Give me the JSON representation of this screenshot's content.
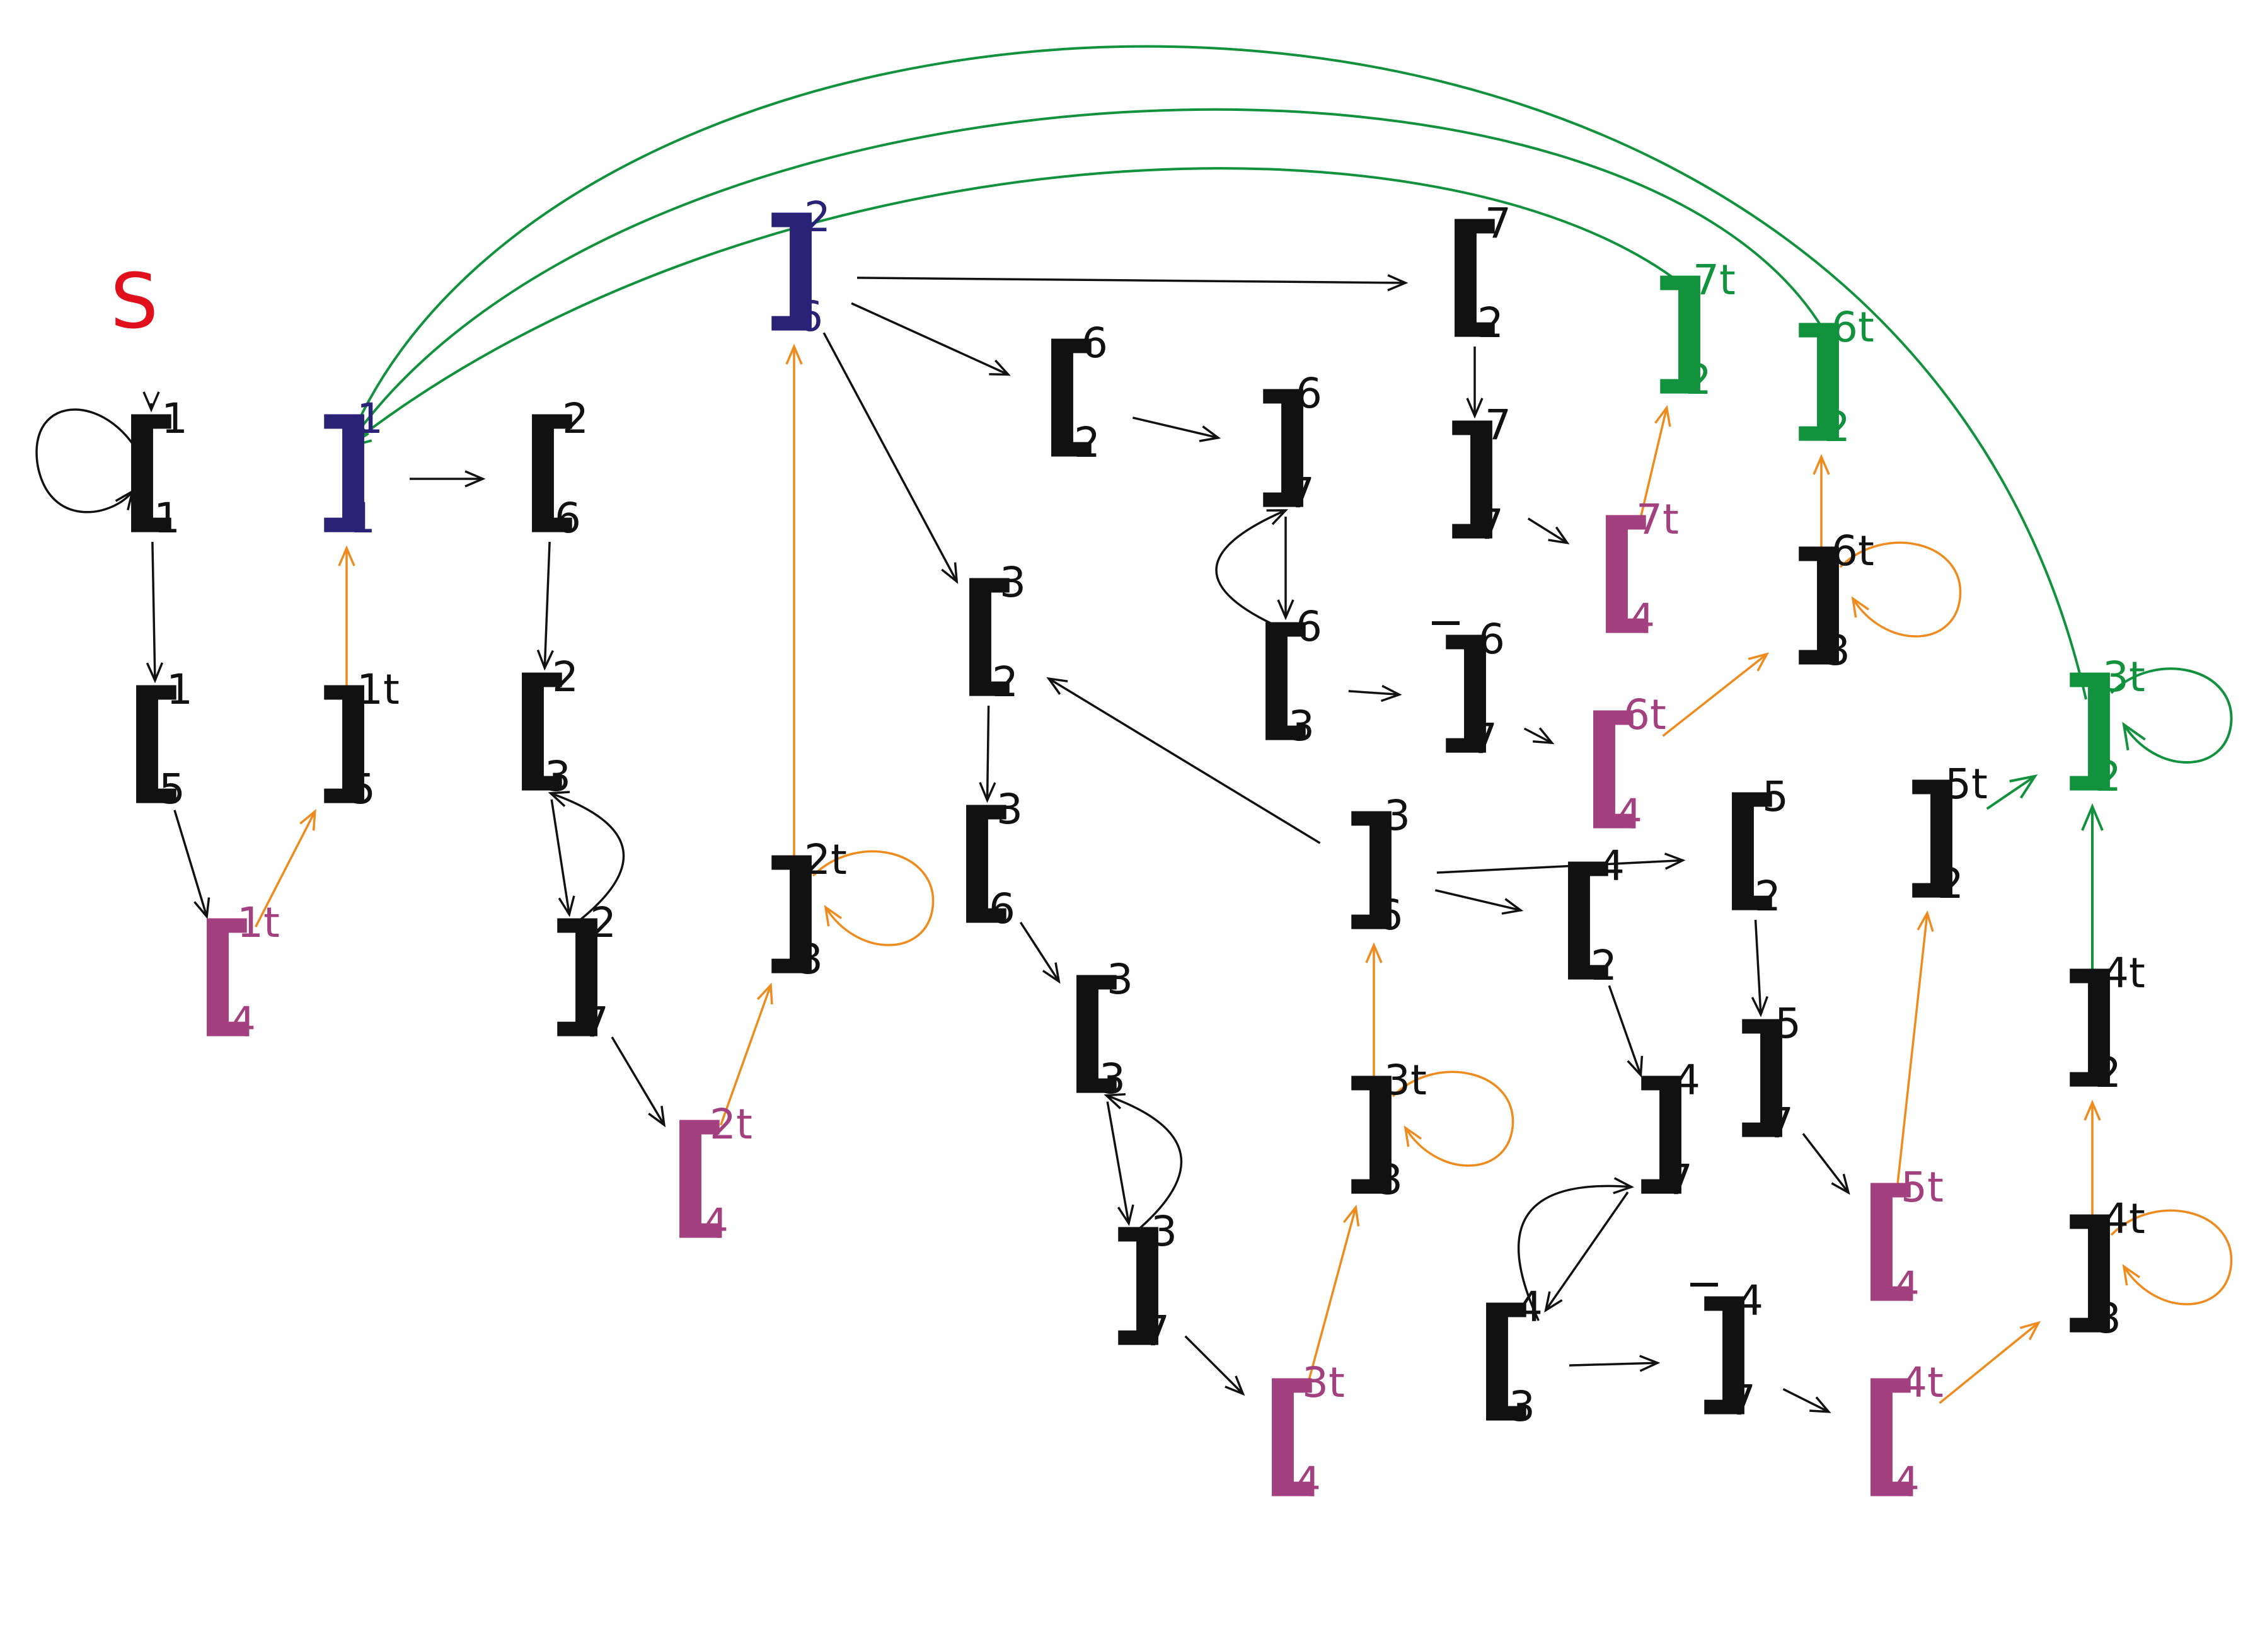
{
  "start": {
    "label": "S",
    "color": "#e0101c"
  },
  "colors": {
    "black": "#111111",
    "blue": "#2a2277",
    "purple": "#a3407f",
    "green": "#12923d",
    "orange": "#ef8a1c",
    "red": "#e0101c"
  },
  "nodes": [
    {
      "id": "o11",
      "bracket": "[",
      "sup": "1",
      "sub": "1",
      "color": "black"
    },
    {
      "id": "o15",
      "bracket": "[",
      "sup": "1",
      "sub": "5",
      "color": "black"
    },
    {
      "id": "o14t",
      "bracket": "[",
      "sup": "1t",
      "sub": "4",
      "color": "purple"
    },
    {
      "id": "c15t",
      "bracket": "]",
      "sup": "1t",
      "sub": "5",
      "color": "black"
    },
    {
      "id": "c11",
      "bracket": "]",
      "sup": "1",
      "sub": "1",
      "color": "blue"
    },
    {
      "id": "o62",
      "bracket": "[",
      "sup": "2",
      "sub": "6",
      "color": "black"
    },
    {
      "id": "o32",
      "bracket": "[",
      "sup": "2",
      "sub": "3",
      "color": "black"
    },
    {
      "id": "c72",
      "bracket": "]",
      "sup": "2",
      "sub": "7",
      "color": "black"
    },
    {
      "id": "o42t",
      "bracket": "[",
      "sup": "2t",
      "sub": "4",
      "color": "purple"
    },
    {
      "id": "c32t",
      "bracket": "]",
      "sup": "2t",
      "sub": "3",
      "color": "black"
    },
    {
      "id": "c62",
      "bracket": "]",
      "sup": "2",
      "sub": "6",
      "color": "blue"
    },
    {
      "id": "o26",
      "bracket": "[",
      "sup": "6",
      "sub": "2",
      "color": "black"
    },
    {
      "id": "c76",
      "bracket": "]",
      "sup": "6",
      "sub": "7",
      "color": "black"
    },
    {
      "id": "o36",
      "bracket": "[",
      "sup": "6",
      "sub": "3",
      "color": "black"
    },
    {
      "id": "c76b",
      "bracket": "]",
      "sup": "6",
      "sub": "7",
      "color": "black",
      "bar": true
    },
    {
      "id": "o46t",
      "bracket": "[",
      "sup": "6t",
      "sub": "4",
      "color": "purple"
    },
    {
      "id": "c36t",
      "bracket": "]",
      "sup": "6t",
      "sub": "3",
      "color": "black"
    },
    {
      "id": "c26t",
      "bracket": "]",
      "sup": "6t",
      "sub": "2",
      "color": "green"
    },
    {
      "id": "o27",
      "bracket": "[",
      "sup": "7",
      "sub": "2",
      "color": "black"
    },
    {
      "id": "c77",
      "bracket": "]",
      "sup": "7",
      "sub": "7",
      "color": "black"
    },
    {
      "id": "o47t",
      "bracket": "[",
      "sup": "7t",
      "sub": "4",
      "color": "purple"
    },
    {
      "id": "c27t",
      "bracket": "]",
      "sup": "7t",
      "sub": "2",
      "color": "green"
    },
    {
      "id": "o23",
      "bracket": "[",
      "sup": "3",
      "sub": "2",
      "color": "black"
    },
    {
      "id": "o63",
      "bracket": "[",
      "sup": "3",
      "sub": "6",
      "color": "black"
    },
    {
      "id": "o33",
      "bracket": "[",
      "sup": "3",
      "sub": "3",
      "color": "black"
    },
    {
      "id": "c73",
      "bracket": "]",
      "sup": "3",
      "sub": "7",
      "color": "black"
    },
    {
      "id": "o43t",
      "bracket": "[",
      "sup": "3t",
      "sub": "4",
      "color": "purple"
    },
    {
      "id": "c33t",
      "bracket": "]",
      "sup": "3t",
      "sub": "3",
      "color": "black"
    },
    {
      "id": "c63",
      "bracket": "]",
      "sup": "3",
      "sub": "6",
      "color": "black"
    },
    {
      "id": "o25",
      "bracket": "[",
      "sup": "5",
      "sub": "2",
      "color": "black"
    },
    {
      "id": "c75",
      "bracket": "]",
      "sup": "5",
      "sub": "7",
      "color": "black"
    },
    {
      "id": "o45t",
      "bracket": "[",
      "sup": "5t",
      "sub": "4",
      "color": "purple"
    },
    {
      "id": "c25t",
      "bracket": "]",
      "sup": "5t",
      "sub": "2",
      "color": "black"
    },
    {
      "id": "o24",
      "bracket": "[",
      "sup": "4",
      "sub": "2",
      "color": "black"
    },
    {
      "id": "c74",
      "bracket": "]",
      "sup": "4",
      "sub": "7",
      "color": "black"
    },
    {
      "id": "o34",
      "bracket": "[",
      "sup": "4",
      "sub": "3",
      "color": "black"
    },
    {
      "id": "c74b",
      "bracket": "]",
      "sup": "4",
      "sub": "7",
      "color": "black",
      "bar": true
    },
    {
      "id": "o44t",
      "bracket": "[",
      "sup": "4t",
      "sub": "4",
      "color": "purple"
    },
    {
      "id": "c34t",
      "bracket": "]",
      "sup": "4t",
      "sub": "3",
      "color": "black"
    },
    {
      "id": "c24t",
      "bracket": "]",
      "sup": "4t",
      "sub": "2",
      "color": "black"
    },
    {
      "id": "c23t",
      "bracket": "]",
      "sup": "3t",
      "sub": "2",
      "color": "green"
    }
  ],
  "edges": [
    {
      "from": "S",
      "to": "o11",
      "color": "black"
    },
    {
      "from": "o11",
      "to": "o11",
      "color": "black",
      "kind": "loop"
    },
    {
      "from": "o11",
      "to": "o15",
      "color": "black"
    },
    {
      "from": "o15",
      "to": "o14t",
      "color": "black"
    },
    {
      "from": "o14t",
      "to": "c15t",
      "color": "orange"
    },
    {
      "from": "c15t",
      "to": "c11",
      "color": "orange"
    },
    {
      "from": "c11",
      "to": "o62",
      "color": "black"
    },
    {
      "from": "o62",
      "to": "o32",
      "color": "black"
    },
    {
      "from": "o32",
      "to": "c72",
      "color": "black"
    },
    {
      "from": "c72",
      "to": "o32",
      "color": "black",
      "kind": "curve"
    },
    {
      "from": "c72",
      "to": "o42t",
      "color": "black"
    },
    {
      "from": "o42t",
      "to": "c32t",
      "color": "orange"
    },
    {
      "from": "c32t",
      "to": "c32t",
      "color": "orange",
      "kind": "loop"
    },
    {
      "from": "c32t",
      "to": "c62",
      "color": "orange"
    },
    {
      "from": "c62",
      "to": "o27",
      "color": "black"
    },
    {
      "from": "c62",
      "to": "o26",
      "color": "black"
    },
    {
      "from": "c62",
      "to": "o23",
      "color": "black"
    },
    {
      "from": "o26",
      "to": "c76",
      "color": "black"
    },
    {
      "from": "c76",
      "to": "o36",
      "color": "black"
    },
    {
      "from": "o36",
      "to": "c76",
      "color": "black",
      "kind": "curve"
    },
    {
      "from": "o36",
      "to": "c76b",
      "color": "black"
    },
    {
      "from": "c76b",
      "to": "o46t",
      "color": "black"
    },
    {
      "from": "o46t",
      "to": "c36t",
      "color": "orange"
    },
    {
      "from": "c36t",
      "to": "c36t",
      "color": "orange",
      "kind": "loop"
    },
    {
      "from": "c36t",
      "to": "c26t",
      "color": "orange"
    },
    {
      "from": "o27",
      "to": "c77",
      "color": "black"
    },
    {
      "from": "c77",
      "to": "o47t",
      "color": "black"
    },
    {
      "from": "o47t",
      "to": "c27t",
      "color": "orange"
    },
    {
      "from": "o23",
      "to": "o63",
      "color": "black"
    },
    {
      "from": "o63",
      "to": "o33",
      "color": "black"
    },
    {
      "from": "o33",
      "to": "c73",
      "color": "black"
    },
    {
      "from": "c73",
      "to": "o33",
      "color": "black",
      "kind": "curve"
    },
    {
      "from": "c73",
      "to": "o43t",
      "color": "black"
    },
    {
      "from": "o43t",
      "to": "c33t",
      "color": "orange"
    },
    {
      "from": "c33t",
      "to": "c33t",
      "color": "orange",
      "kind": "loop"
    },
    {
      "from": "c33t",
      "to": "c63",
      "color": "orange"
    },
    {
      "from": "c63",
      "to": "o23",
      "color": "black"
    },
    {
      "from": "c63",
      "to": "o25",
      "color": "black"
    },
    {
      "from": "c63",
      "to": "o24",
      "color": "black"
    },
    {
      "from": "o25",
      "to": "c75",
      "color": "black"
    },
    {
      "from": "c75",
      "to": "o45t",
      "color": "black"
    },
    {
      "from": "o45t",
      "to": "c25t",
      "color": "orange"
    },
    {
      "from": "c25t",
      "to": "c23t",
      "color": "green"
    },
    {
      "from": "o24",
      "to": "c74",
      "color": "black"
    },
    {
      "from": "c74",
      "to": "o34",
      "color": "black"
    },
    {
      "from": "o34",
      "to": "c74",
      "color": "black",
      "kind": "curve"
    },
    {
      "from": "o34",
      "to": "c74b",
      "color": "black"
    },
    {
      "from": "c74b",
      "to": "o44t",
      "color": "black"
    },
    {
      "from": "o44t",
      "to": "c34t",
      "color": "orange"
    },
    {
      "from": "c34t",
      "to": "c34t",
      "color": "orange",
      "kind": "loop"
    },
    {
      "from": "c34t",
      "to": "c24t",
      "color": "orange"
    },
    {
      "from": "c24t",
      "to": "c23t",
      "color": "green"
    },
    {
      "from": "c23t",
      "to": "c23t",
      "color": "green",
      "kind": "loop"
    },
    {
      "from": "c27t",
      "to": "c11",
      "color": "green",
      "kind": "arc"
    },
    {
      "from": "c26t",
      "to": "c11",
      "color": "green",
      "kind": "arc"
    },
    {
      "from": "c23t",
      "to": "c11",
      "color": "green",
      "kind": "arc"
    }
  ]
}
